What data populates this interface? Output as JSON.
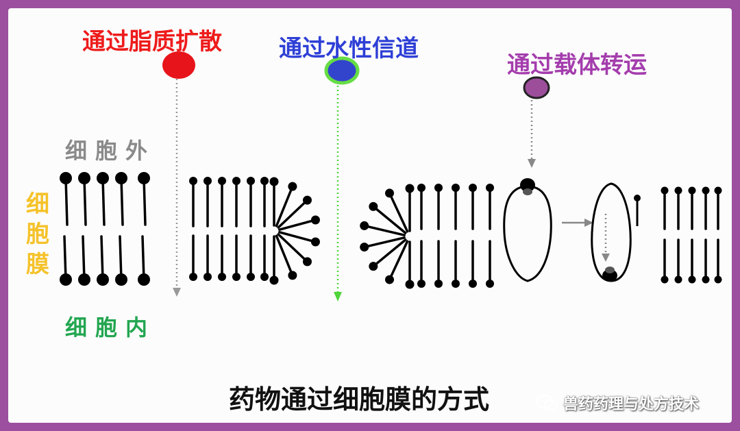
{
  "labels": {
    "lipid_diffusion": "通过脂质扩散",
    "water_channel": "通过水性信道",
    "carrier_transport": "通过载体转运",
    "extracellular": "细胞外",
    "intracellular": "细胞内",
    "membrane": "细胞膜"
  },
  "caption": "药物通过细胞膜的方式",
  "watermark": "兽药药理与处方技术",
  "colors": {
    "lipid_particle": "#e8141b",
    "water_particle": "#3344cc",
    "water_ring": "#66dd44",
    "carrier_particle": "#9c4e9b",
    "background_border": "#9b4f9e",
    "lipid_head": "#000000"
  }
}
